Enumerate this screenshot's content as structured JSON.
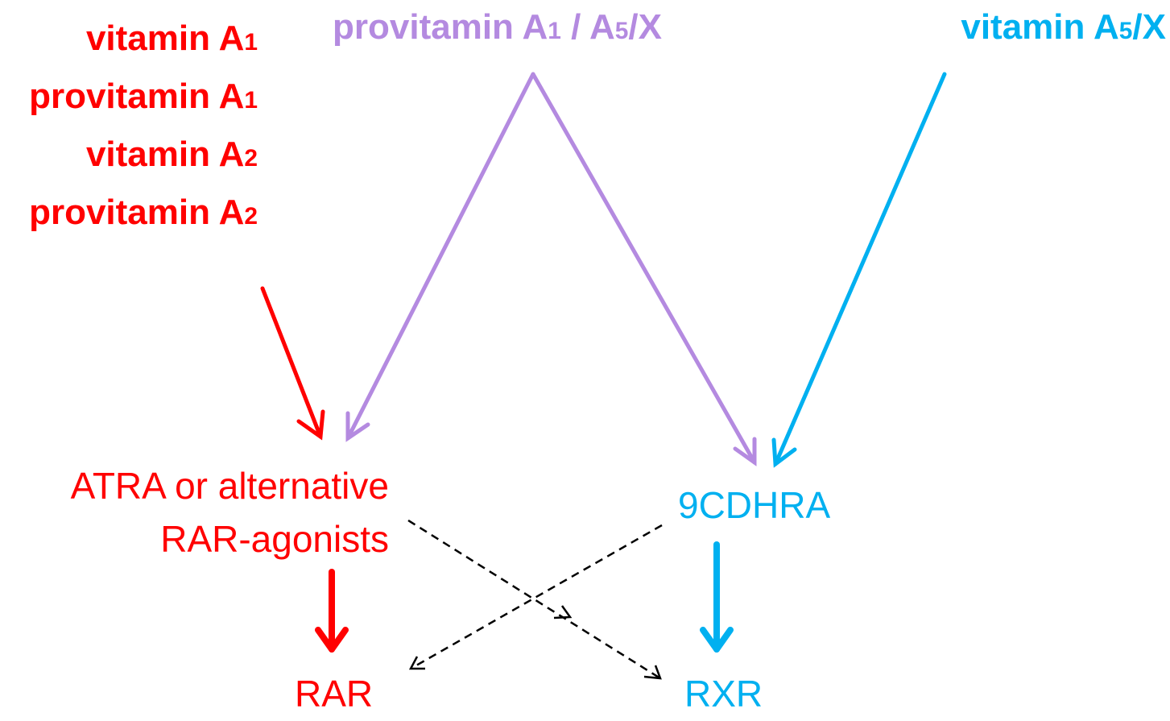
{
  "colors": {
    "red": "#ff0000",
    "purple": "#b48ae0",
    "blue": "#00b0f0",
    "black": "#000000"
  },
  "sources": {
    "red_list": [
      {
        "base": "vitamin A",
        "sub": "1"
      },
      {
        "base": "provitamin A",
        "sub": "1"
      },
      {
        "base": "vitamin A",
        "sub": "2"
      },
      {
        "base": "provitamin A",
        "sub": "2"
      }
    ],
    "provitamin_mixed": {
      "part1": "provitamin A",
      "sub1": "1",
      "part2": " / A",
      "sub2": "5",
      "part3": "/X"
    },
    "vitamin_a5": {
      "part1": "vitamin A",
      "sub1": "5",
      "part2": "/X"
    }
  },
  "intermediates": {
    "atra_line1": "ATRA or alternative",
    "atra_line2": "RAR-agonists",
    "ninecdhra": "9CDHRA"
  },
  "receptors": {
    "rar": "RAR",
    "rxr": "RXR"
  },
  "edges": [
    {
      "from": "red_list",
      "to": "atra",
      "color": "red",
      "style": "solid"
    },
    {
      "from": "provitamin_mixed",
      "to": "atra",
      "color": "purple",
      "style": "solid"
    },
    {
      "from": "provitamin_mixed",
      "to": "ninecdhra",
      "color": "purple",
      "style": "solid"
    },
    {
      "from": "vitamin_a5",
      "to": "ninecdhra",
      "color": "blue",
      "style": "solid"
    },
    {
      "from": "atra",
      "to": "rar",
      "color": "red",
      "style": "solid-thick"
    },
    {
      "from": "ninecdhra",
      "to": "rxr",
      "color": "blue",
      "style": "solid-thick"
    },
    {
      "from": "atra",
      "to": "rxr",
      "color": "black",
      "style": "dashed"
    },
    {
      "from": "ninecdhra",
      "to": "rar",
      "color": "black",
      "style": "dashed"
    }
  ]
}
